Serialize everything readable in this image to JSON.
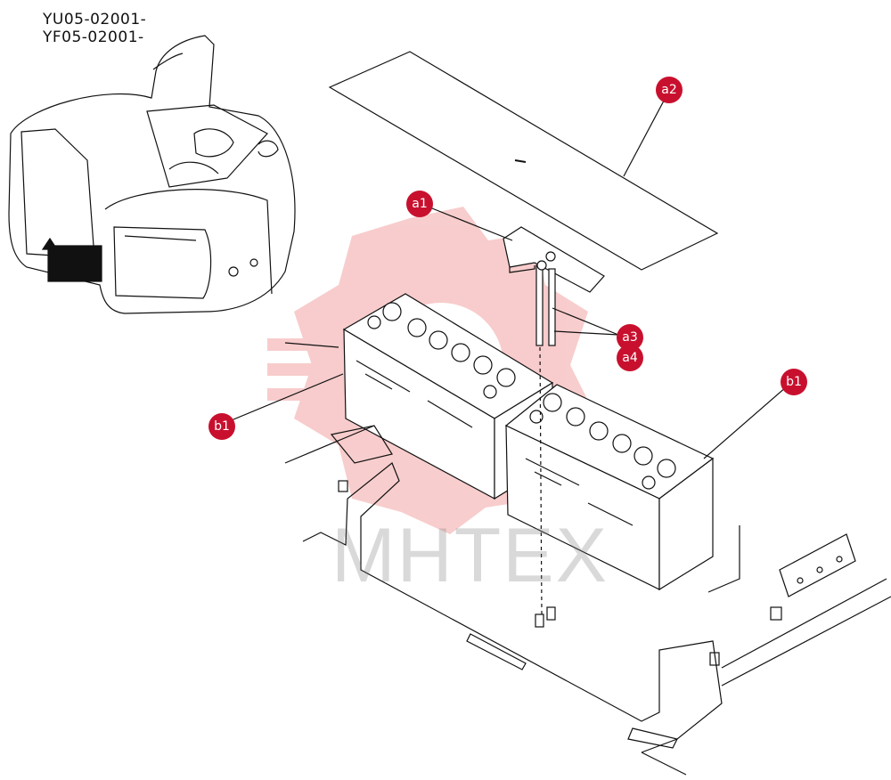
{
  "serial_numbers": [
    "YU05-02001-",
    "YF05-02001-"
  ],
  "callouts": [
    {
      "id": "a2",
      "label": "a2"
    },
    {
      "id": "a1",
      "label": "a1"
    },
    {
      "id": "a3",
      "label": "a3"
    },
    {
      "id": "a4",
      "label": "a4"
    },
    {
      "id": "b1-left",
      "label": "b1"
    },
    {
      "id": "b1-right",
      "label": "b1"
    }
  ],
  "watermark": "MHTEX",
  "colors": {
    "callout_fill": "#c8102e",
    "line": "#111111",
    "watermark_red": "#f7c4c4"
  }
}
